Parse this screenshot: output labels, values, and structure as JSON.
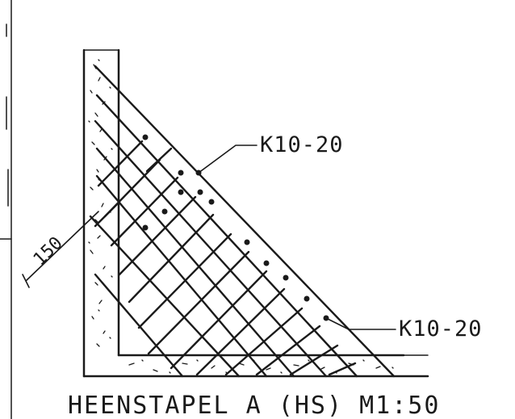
{
  "labels": {
    "callout_top": "K10-20",
    "callout_bottom": "K10-20",
    "dimension": "150",
    "title": "HEENSTAPEL A (HS) M1:50"
  },
  "colors": {
    "ink": "#1a1a1a",
    "background": "#ffffff"
  }
}
